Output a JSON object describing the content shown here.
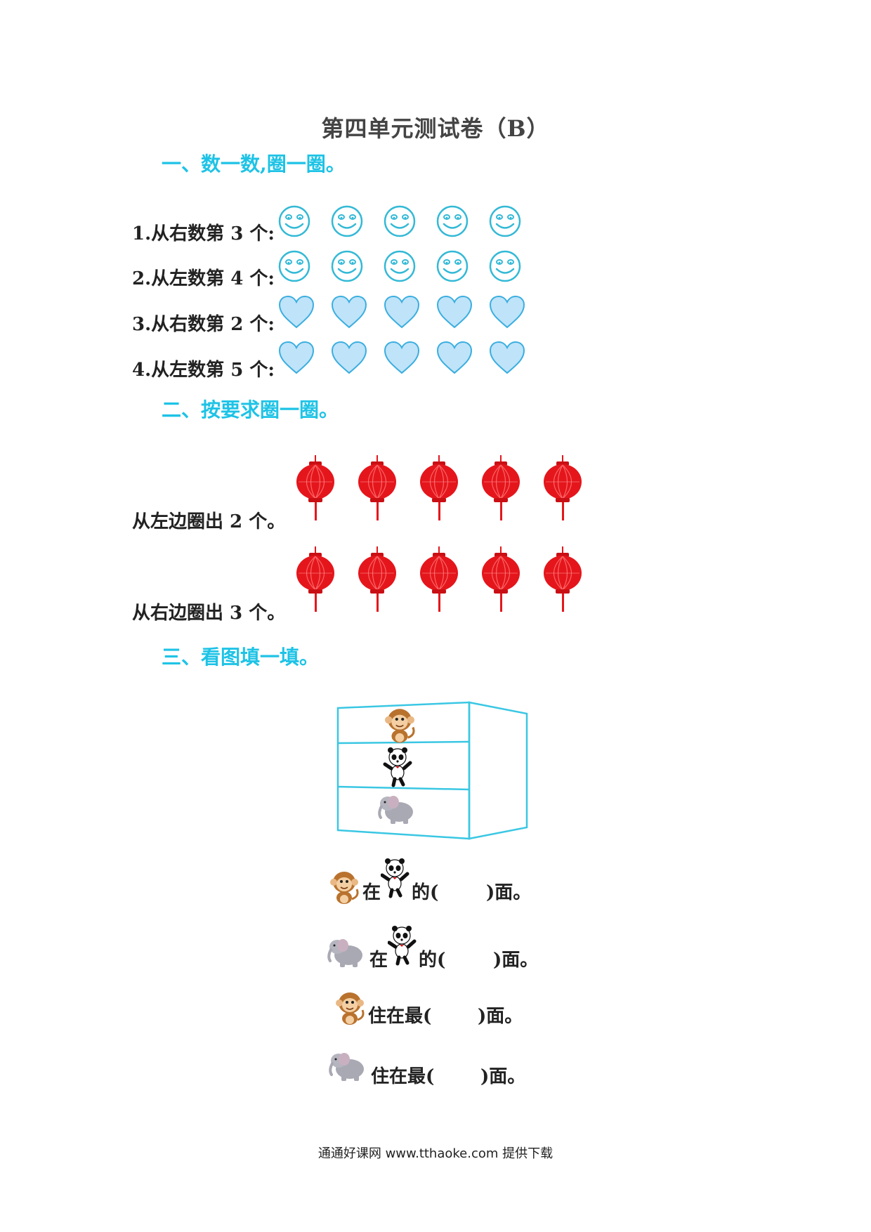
{
  "title": "第四单元测试卷（B）",
  "section1": {
    "heading": "一、数一数,圈一圈。",
    "questions": [
      {
        "label": "1.从右数第 3 个:",
        "icon": "smiley-face",
        "count": 5
      },
      {
        "label": "2.从左数第 4 个:",
        "icon": "smiley-face",
        "count": 5
      },
      {
        "label": "3.从右数第 2 个:",
        "icon": "heart",
        "count": 5
      },
      {
        "label": "4.从左数第 5 个:",
        "icon": "heart",
        "count": 5
      }
    ]
  },
  "section2": {
    "heading": "二、按要求圈一圈。",
    "questions": [
      {
        "label": "从左边圈出 2 个。",
        "icon": "red-lantern",
        "count": 5
      },
      {
        "label": "从右边圈出 3 个。",
        "icon": "red-lantern",
        "count": 5
      }
    ]
  },
  "section3": {
    "heading": "三、看图填一填。",
    "shelf": [
      "monkey",
      "panda",
      "elephant"
    ],
    "sentences": [
      {
        "animals": [
          "monkey",
          "panda"
        ],
        "t1": "在",
        "t2": "的(",
        "t3": ")面。"
      },
      {
        "animals": [
          "elephant",
          "panda"
        ],
        "t1": "在",
        "t2": "的(",
        "t3": ")面。"
      },
      {
        "animals": [
          "monkey"
        ],
        "t1": "住在最(",
        "t3": ")面。"
      },
      {
        "animals": [
          "elephant"
        ],
        "t1": "住在最(",
        "t3": ")面。"
      }
    ]
  },
  "colors": {
    "section": "#1ec3e6",
    "smiley": "#33b9d6",
    "heart_fill": "#bfe3f8",
    "heart_stroke": "#3aaee0",
    "lantern": "#e4161c"
  },
  "footer": "通通好课网  www.tthaoke.com  提供下载"
}
